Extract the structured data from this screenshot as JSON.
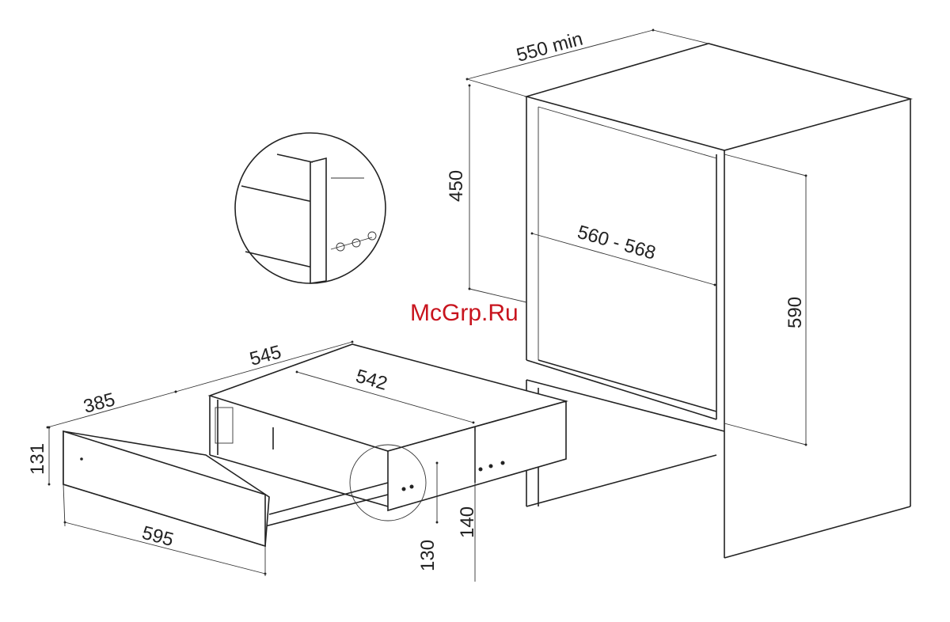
{
  "dimensions": {
    "cabinet_depth": "550 min",
    "upper_height": "450",
    "niche_width": "560 - 568",
    "niche_height": "590",
    "drawer_depth": "545",
    "body_depth": "542",
    "drawer_width_side": "385",
    "front_height": "131",
    "front_width": "595",
    "body_height_140": "140",
    "body_height_130": "130"
  },
  "watermark": "McGrp.Ru",
  "colors": {
    "watermark": "#c8141e",
    "line": "#222222"
  }
}
